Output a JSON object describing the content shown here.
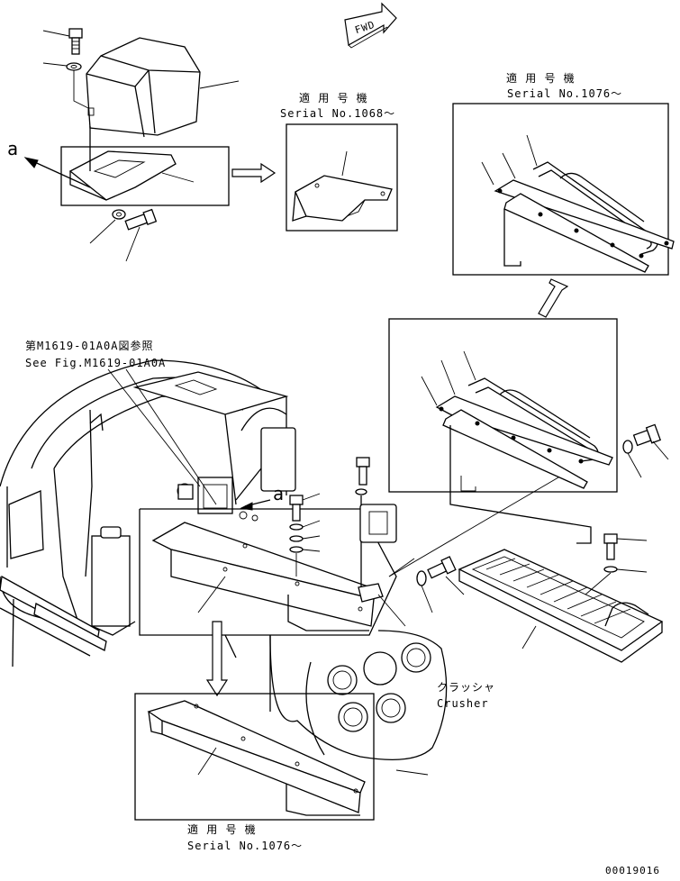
{
  "direction_marker": "FWD",
  "view_marker_a": "a",
  "view_marker_a2": "a",
  "serial_top_middle": {
    "label": "適 用 号 機",
    "serial": "Serial No.1068～"
  },
  "serial_top_right": {
    "label": "適 用 号 機",
    "serial": "Serial No.1076～"
  },
  "serial_bottom": {
    "label": "適 用 号 機",
    "serial": "Serial No.1076～"
  },
  "reference": {
    "jp": "第M1619-01A0A図参照",
    "en": "See Fig.M1619-01A0A"
  },
  "crusher": {
    "jp": "クラッシャ",
    "en": "Crusher"
  },
  "drawing_number": "00019016"
}
